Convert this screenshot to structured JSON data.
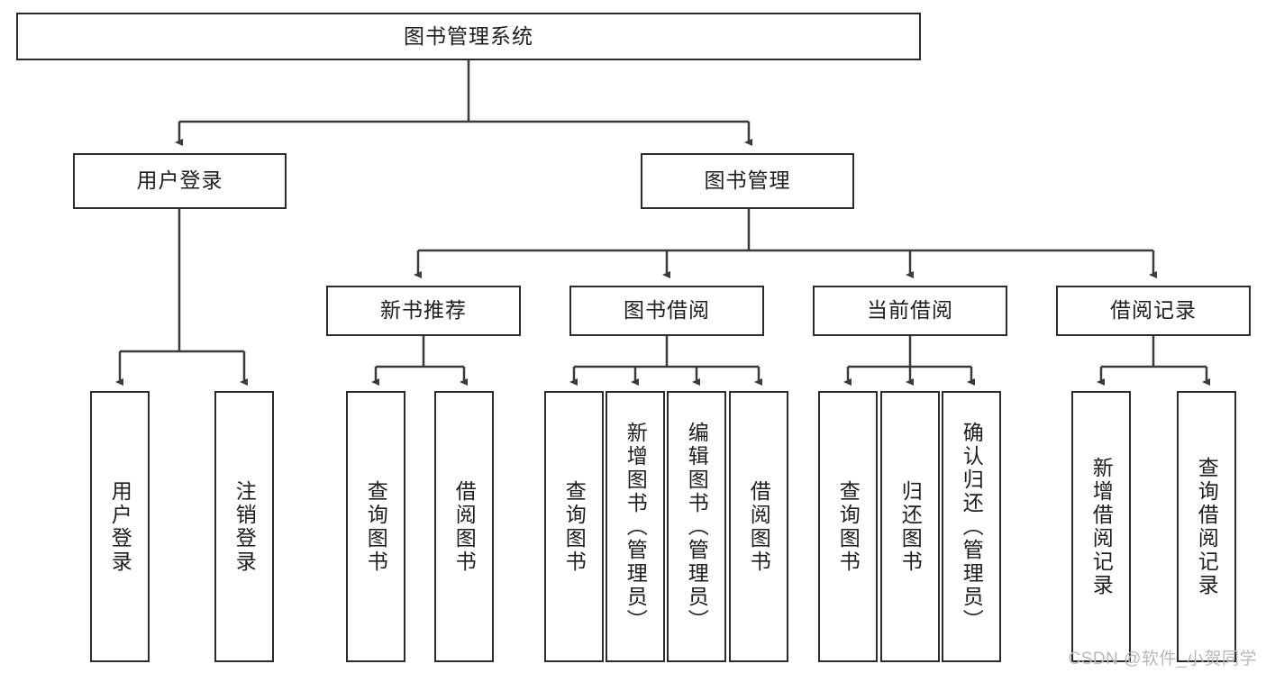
{
  "diagram": {
    "title": "图书管理系统",
    "type": "tree-hierarchy",
    "watermark": "CSDN @软件_小贺同学",
    "colors": {
      "box_border": "#2b2b2b",
      "box_fill": "#ffffff",
      "line": "#3a3a3a",
      "text": "#1d1d1d",
      "watermark": "#b9b9b9"
    },
    "root": {
      "label": "图书管理系统"
    },
    "level2": [
      {
        "label": "用户登录"
      },
      {
        "label": "图书管理"
      }
    ],
    "level3": [
      {
        "label": "新书推荐"
      },
      {
        "label": "图书借阅"
      },
      {
        "label": "当前借阅"
      },
      {
        "label": "借阅记录"
      }
    ],
    "leaves": {
      "user_login": [
        {
          "label": "用户登录"
        },
        {
          "label": "注销登录"
        }
      ],
      "new_book": [
        {
          "label": "查询图书"
        },
        {
          "label": "借阅图书"
        }
      ],
      "book_borrow": [
        {
          "label": "查询图书"
        },
        {
          "label": "新增图书（管理员）"
        },
        {
          "label": "编辑图书（管理员）"
        },
        {
          "label": "借阅图书"
        }
      ],
      "current_borrow": [
        {
          "label": "查询图书"
        },
        {
          "label": "归还图书"
        },
        {
          "label": "确认归还（管理员）"
        }
      ],
      "borrow_record": [
        {
          "label": "新增借阅记录"
        },
        {
          "label": "查询借阅记录"
        }
      ]
    }
  }
}
